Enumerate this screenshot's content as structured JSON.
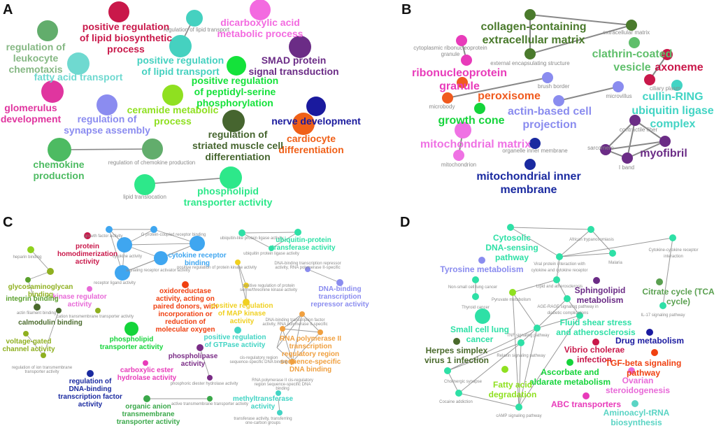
{
  "panels": [
    {
      "label": "A",
      "nodes": [
        {
          "id": "a1",
          "label": "positive regulation of lipid biosynthetic process",
          "color": "#c9184a",
          "size": "large"
        },
        {
          "id": "a2",
          "label": "dicarboxylic acid metabolic process",
          "color": "#f36ae0",
          "size": "large"
        },
        {
          "id": "a3",
          "label": "regulation of lipid transport",
          "color": "#45d1c0",
          "size": "small"
        },
        {
          "id": "a4",
          "label": "regulation of leukocyte chemotaxis",
          "color": "#62ad6c",
          "size": "large"
        },
        {
          "id": "a5",
          "label": "positive regulation of lipid transport",
          "color": "#45d1c0",
          "size": "large"
        },
        {
          "id": "a6",
          "label": "SMAD protein signal transduction",
          "color": "#6b2c86",
          "size": "large"
        },
        {
          "id": "a7",
          "label": "fatty acid transport",
          "color": "#6fd9d0",
          "size": "large"
        },
        {
          "id": "a8",
          "label": "positive regulation of peptidyl-serine phosphorylation",
          "color": "#14e23a",
          "size": "large"
        },
        {
          "id": "a9",
          "label": "glomerulus development",
          "color": "#e0359f",
          "size": "large"
        },
        {
          "id": "a10",
          "label": "regulation of synapse assembly",
          "color": "#8b8cf0",
          "size": "large"
        },
        {
          "id": "a11",
          "label": "ceramide metabolic process",
          "color": "#8fe020",
          "size": "large"
        },
        {
          "id": "a12",
          "label": "nerve development",
          "color": "#1a1a9e",
          "size": "large"
        },
        {
          "id": "a13",
          "label": "regulation of striated muscle cell differentiation",
          "color": "#46652f",
          "size": "large"
        },
        {
          "id": "a14",
          "label": "cardiocyte differentiation",
          "color": "#f06018",
          "size": "large"
        },
        {
          "id": "a15",
          "label": "chemokine production",
          "color": "#4dbb62",
          "size": "large"
        },
        {
          "id": "a16",
          "label": "regulation of chemokine production",
          "color": "#62ad6c",
          "size": "small"
        },
        {
          "id": "a17",
          "label": "lipid translocation",
          "color": "#2de88a",
          "size": "small"
        },
        {
          "id": "a18",
          "label": "phospholipid transporter activity",
          "color": "#2de88a",
          "size": "large"
        }
      ]
    },
    {
      "label": "B",
      "nodes": [
        {
          "id": "b1",
          "label": "collagen-containing extracellular matrix",
          "color": "#4a7a2c",
          "size": "large"
        },
        {
          "id": "b2",
          "label": "extracellular matrix",
          "color": "#4a7a2c",
          "size": "small"
        },
        {
          "id": "b3",
          "label": "cytoplasmic ribonucleoprotein granule",
          "color": "#e83bba",
          "size": "small"
        },
        {
          "id": "b4",
          "label": "external encapsulating structure",
          "color": "#4a7a2c",
          "size": "small"
        },
        {
          "id": "b5",
          "label": "clathrin-coated vesicle",
          "color": "#5fbf6b",
          "size": "large"
        },
        {
          "id": "b6",
          "label": "axoneme",
          "color": "#c9184a",
          "size": "large"
        },
        {
          "id": "b7",
          "label": "ribonucleoprotein granule",
          "color": "#e83bba",
          "size": "large"
        },
        {
          "id": "b8",
          "label": "brush border",
          "color": "#8a8cef",
          "size": "small"
        },
        {
          "id": "b9",
          "label": "ciliary plasm",
          "color": "#c9184a",
          "size": "small"
        },
        {
          "id": "b10",
          "label": "peroxisome",
          "color": "#f05a1e",
          "size": "large"
        },
        {
          "id": "b11",
          "label": "microvillus",
          "color": "#8a8cef",
          "size": "small"
        },
        {
          "id": "b12",
          "label": "cullin-RING ubiquitin ligase complex",
          "color": "#42d4c4",
          "size": "large"
        },
        {
          "id": "b13",
          "label": "microbody",
          "color": "#f05a1e",
          "size": "small"
        },
        {
          "id": "b14",
          "label": "actin-based cell projection",
          "color": "#8a8cef",
          "size": "large"
        },
        {
          "id": "b15",
          "label": "growth cone",
          "color": "#14d43a",
          "size": "large"
        },
        {
          "id": "b16",
          "label": "contractile fiber",
          "color": "#6b2c86",
          "size": "small"
        },
        {
          "id": "b17",
          "label": "mitochondrial matrix",
          "color": "#ef72e4",
          "size": "large"
        },
        {
          "id": "b18",
          "label": "organelle inner membrane",
          "color": "#1a2aa0",
          "size": "small"
        },
        {
          "id": "b19",
          "label": "sarcomere",
          "color": "#6b2c86",
          "size": "small"
        },
        {
          "id": "b20",
          "label": "myofibril",
          "color": "#6b2c86",
          "size": "large"
        },
        {
          "id": "b21",
          "label": "mitochondrion",
          "color": "#ef72e4",
          "size": "small"
        },
        {
          "id": "b22",
          "label": "I band",
          "color": "#6b2c86",
          "size": "small"
        },
        {
          "id": "b23",
          "label": "mitochondrial inner membrane",
          "color": "#1a2aa0",
          "size": "large"
        }
      ]
    },
    {
      "label": "C",
      "nodes": [
        {
          "id": "c1",
          "label": "growth factor activity",
          "color": "#3fa6f0",
          "size": "small"
        },
        {
          "id": "c2",
          "label": "G protein-coupled receptor binding",
          "color": "#3fa6f0",
          "size": "small"
        },
        {
          "id": "c3",
          "label": "ubiquitin-like protein ligase activity",
          "color": "#2ee0a6",
          "size": "small"
        },
        {
          "id": "c4",
          "label": "ubiquitin-protein transferase activity",
          "color": "#2ee0a6",
          "size": "large"
        },
        {
          "id": "c5",
          "label": "ubiquitin protein ligase activity",
          "color": "#2ee0a6",
          "size": "small"
        },
        {
          "id": "c6",
          "label": "heparin binding",
          "color": "#8fd11e",
          "size": "small"
        },
        {
          "id": "c7",
          "label": "protein homodimerization activity",
          "color": "#c9184a",
          "size": "large"
        },
        {
          "id": "c8",
          "label": "cytokine activity",
          "color": "#3fa6f0",
          "size": "small"
        },
        {
          "id": "c9",
          "label": "cytokine receptor binding",
          "color": "#3fa6f0",
          "size": "large"
        },
        {
          "id": "c10",
          "label": "signaling receptor activator activity",
          "color": "#3fa6f0",
          "size": "small"
        },
        {
          "id": "c11",
          "label": "positive regulation of protein kinase activity",
          "color": "#f0d020",
          "size": "small"
        },
        {
          "id": "c12",
          "label": "DNA-binding transcription repressor activity, RNA polymerase II-specific",
          "color": "#8a8cef",
          "size": "small"
        },
        {
          "id": "c13",
          "label": "receptor ligand activity",
          "color": "#3fa6f0",
          "size": "small"
        },
        {
          "id": "c14",
          "label": "glycosaminoglycan binding",
          "color": "#8fb020",
          "size": "large"
        },
        {
          "id": "c15",
          "label": "positive regulation of protein serine/threonine kinase activity",
          "color": "#f0d020",
          "size": "small"
        },
        {
          "id": "c16",
          "label": "DNA-binding transcription repressor activity",
          "color": "#8a8cef",
          "size": "large"
        },
        {
          "id": "c17",
          "label": "kinase regulator activity",
          "color": "#e86ad8",
          "size": "large"
        },
        {
          "id": "c18",
          "label": "oxidoreductase activity, acting on paired donors, with incorporation or reduction of molecular oxygen",
          "color": "#f04010",
          "size": "large"
        },
        {
          "id": "c19",
          "label": "integrin binding",
          "color": "#5aa02c",
          "size": "large"
        },
        {
          "id": "c20",
          "label": "actin filament binding",
          "color": "#4a6a2c",
          "size": "small"
        },
        {
          "id": "c21",
          "label": "calmodulin binding",
          "color": "#4a6a2c",
          "size": "large"
        },
        {
          "id": "c22",
          "label": "cation transmembrane transporter activity",
          "color": "#8fb020",
          "size": "small"
        },
        {
          "id": "c23",
          "label": "positive regulation of MAP kinase activity",
          "color": "#f0d020",
          "size": "large"
        },
        {
          "id": "c24",
          "label": "DNA-binding transcription factor activity, RNA polymerase II-specific",
          "color": "#f0a040",
          "size": "small"
        },
        {
          "id": "c25",
          "label": "voltage-gated channel activity",
          "color": "#8fb020",
          "size": "large"
        },
        {
          "id": "c26",
          "label": "phospholipid transporter activity",
          "color": "#14d43a",
          "size": "large"
        },
        {
          "id": "c27",
          "label": "positive regulation of GTPase activity",
          "color": "#42d4c4",
          "size": "large"
        },
        {
          "id": "c28",
          "label": "RNA polymerase II transcription regulatory region sequence-specific DNA binding",
          "color": "#f0a040",
          "size": "large"
        },
        {
          "id": "c29",
          "label": "phospholipase activity",
          "color": "#7a2c86",
          "size": "large"
        },
        {
          "id": "c30",
          "label": "cis-regulatory region sequence-specific DNA binding",
          "color": "#f0a040",
          "size": "small"
        },
        {
          "id": "c31",
          "label": "regulation of ion transmembrane transporter activity",
          "color": "#8fb020",
          "size": "small"
        },
        {
          "id": "c32",
          "label": "carboxylic ester hydrolase activity",
          "color": "#e83bba",
          "size": "large"
        },
        {
          "id": "c33",
          "label": "regulation of DNA-binding transcription factor activity",
          "color": "#1a2aa0",
          "size": "large"
        },
        {
          "id": "c34",
          "label": "phosphoric diester hydrolase activity",
          "color": "#7a2c86",
          "size": "small"
        },
        {
          "id": "c35",
          "label": "RNA polymerase II cis-regulatory region sequence-specific DNA binding",
          "color": "#f0a040",
          "size": "small"
        },
        {
          "id": "c36",
          "label": "methyltransferase activity",
          "color": "#42d4c4",
          "size": "large"
        },
        {
          "id": "c37",
          "label": "organic anion transmembrane transporter activity",
          "color": "#3aa84a",
          "size": "large"
        },
        {
          "id": "c38",
          "label": "active transmembrane transporter activity",
          "color": "#3aa84a",
          "size": "small"
        },
        {
          "id": "c39",
          "label": "transferase activity, transferring one-carbon groups",
          "color": "#42d4c4",
          "size": "small"
        }
      ]
    },
    {
      "label": "D",
      "nodes": [
        {
          "id": "d1",
          "label": "Cytosolic DNA-sensing pathway",
          "color": "#2ee0a6",
          "size": "large"
        },
        {
          "id": "d2",
          "label": "African trypanosomiasis",
          "color": "#2ee0a6",
          "size": "small"
        },
        {
          "id": "d3",
          "label": "Cytokine-cytokine receptor interaction",
          "color": "#2ee0a6",
          "size": "small"
        },
        {
          "id": "d4",
          "label": "Tyrosine metabolism",
          "color": "#8a8cef",
          "size": "large"
        },
        {
          "id": "d5",
          "label": "Viral protein interaction with cytokine and cytokine receptor",
          "color": "#2ee0a6",
          "size": "small"
        },
        {
          "id": "d6",
          "label": "Malaria",
          "color": "#2ee0a6",
          "size": "small"
        },
        {
          "id": "d7",
          "label": "Lipid and atherosclerosis",
          "color": "#2ee0a6",
          "size": "small"
        },
        {
          "id": "d8",
          "label": "Non-small cell lung cancer",
          "color": "#2ee0a6",
          "size": "small"
        },
        {
          "id": "d9",
          "label": "Sphingolipid metabolism",
          "color": "#6b2c86",
          "size": "large"
        },
        {
          "id": "d10",
          "label": "Citrate cycle (TCA cycle)",
          "color": "#5aa050",
          "size": "large"
        },
        {
          "id": "d11",
          "label": "Pyruvate metabolism",
          "color": "#8fe020",
          "size": "small"
        },
        {
          "id": "d12",
          "label": "AGE-RAGE signaling pathway in diabetic complications",
          "color": "#2ee0a6",
          "size": "small"
        },
        {
          "id": "d13",
          "label": "Thyroid cancer",
          "color": "#2ee0a6",
          "size": "small"
        },
        {
          "id": "d14",
          "label": "IL-17 signaling pathway",
          "color": "#2ee0a6",
          "size": "small"
        },
        {
          "id": "d15",
          "label": "Small cell lung cancer",
          "color": "#2ee0a6",
          "size": "large"
        },
        {
          "id": "d16",
          "label": "Fluid shear stress and atherosclerosis",
          "color": "#2ee0a6",
          "size": "large"
        },
        {
          "id": "d17",
          "label": "Drug metabolism",
          "color": "#1a1aa0",
          "size": "large"
        },
        {
          "id": "d18",
          "label": "TNF signaling pathway",
          "color": "#2ee0a6",
          "size": "small"
        },
        {
          "id": "d19",
          "label": "Herpes simplex virus 1 infection",
          "color": "#4a6a2c",
          "size": "large"
        },
        {
          "id": "d20",
          "label": "Vibrio cholerae infection",
          "color": "#c9184a",
          "size": "large"
        },
        {
          "id": "d21",
          "label": "TGF-beta signaling pathway",
          "color": "#f04010",
          "size": "large"
        },
        {
          "id": "d22",
          "label": "Relaxin signaling pathway",
          "color": "#2ee0a6",
          "size": "small"
        },
        {
          "id": "d23",
          "label": "Ascorbate and aldarate metabolism",
          "color": "#14d43a",
          "size": "large"
        },
        {
          "id": "d24",
          "label": "Fatty acid degradation",
          "color": "#8fe020",
          "size": "large"
        },
        {
          "id": "d25",
          "label": "Ovarian steroidogenesis",
          "color": "#e86ad8",
          "size": "large"
        },
        {
          "id": "d26",
          "label": "Cholinergic synapse",
          "color": "#2ee0a6",
          "size": "small"
        },
        {
          "id": "d27",
          "label": "ABC transporters",
          "color": "#e83bba",
          "size": "large"
        },
        {
          "id": "d28",
          "label": "Cocaine addiction",
          "color": "#2ee0a6",
          "size": "small"
        },
        {
          "id": "d29",
          "label": "cAMP signaling pathway",
          "color": "#2ee0a6",
          "size": "small"
        },
        {
          "id": "d30",
          "label": "Aminoacyl-tRNA biosynthesis",
          "color": "#5ad4c4",
          "size": "large"
        }
      ]
    }
  ]
}
